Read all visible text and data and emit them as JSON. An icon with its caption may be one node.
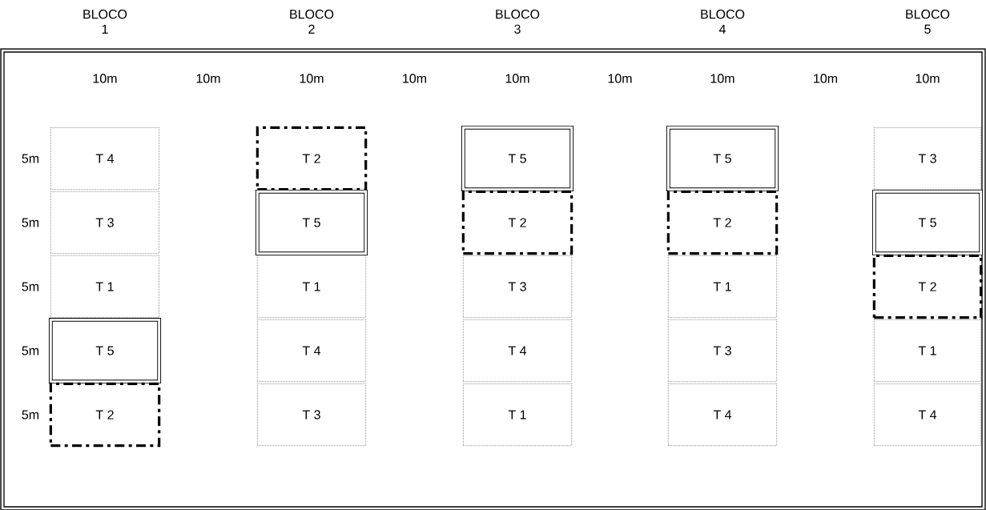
{
  "diagram": {
    "nodes": [
      {
        "text": [
          "T 4"
        ]
      },
      {
        "text": [
          "T 2"
        ]
      },
      {
        "text": [
          "T 5"
        ]
      },
      {
        "text": [
          "T 5"
        ]
      },
      {
        "text": [
          "T 3"
        ]
      },
      {
        "text": [
          "T 3"
        ]
      },
      {
        "text": [
          "T 5"
        ]
      },
      {
        "text": [
          "T 2"
        ]
      },
      {
        "text": [
          "T 2"
        ]
      },
      {
        "text": [
          "T 5"
        ]
      },
      {
        "text": [
          "T 1"
        ]
      },
      {
        "text": [
          "T 1"
        ]
      },
      {
        "text": [
          "T 3"
        ]
      },
      {
        "text": [
          "T 1"
        ]
      },
      {
        "text": [
          "T 2"
        ]
      },
      {
        "text": [
          "T 5"
        ]
      },
      {
        "text": [
          "T 4"
        ]
      },
      {
        "text": [
          "T 4"
        ]
      },
      {
        "text": [
          "T 3"
        ]
      },
      {
        "text": [
          "T 1"
        ]
      },
      {
        "text": [
          "T 2"
        ]
      },
      {
        "text": [
          "T 3"
        ]
      },
      {
        "text": [
          "T 1"
        ]
      },
      {
        "text": [
          "T 4"
        ]
      },
      {
        "text": [
          "T 4"
        ]
      }
    ],
    "labels": [
      "BLOCO 1",
      "BLOCO 2",
      "BLOCO 3",
      "BLOCO 4",
      "BLOCO 5",
      "10m",
      "10m",
      "10m",
      "10m",
      "10m",
      "10m",
      "10m",
      "10m",
      "10m",
      "5m",
      "5m",
      "5m",
      "5m",
      "5m"
    ]
  }
}
